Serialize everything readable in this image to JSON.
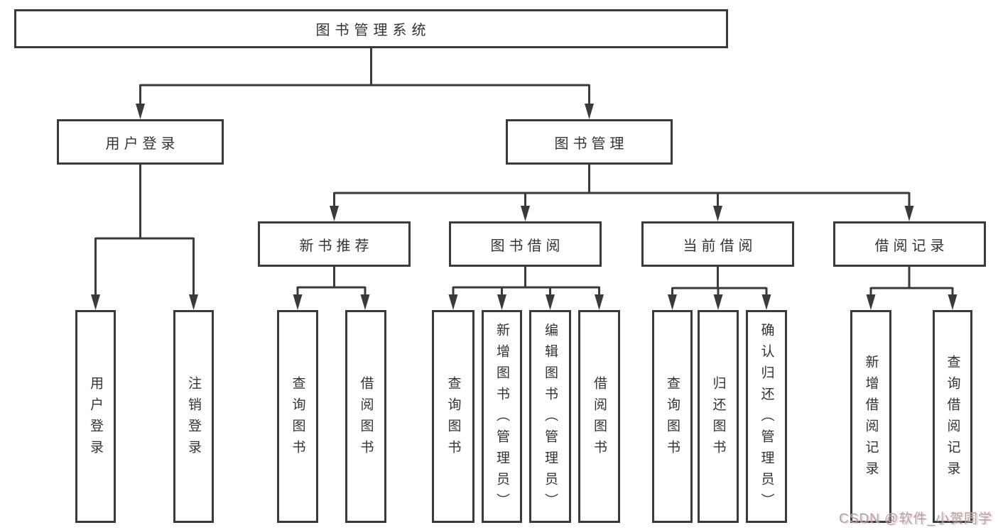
{
  "diagram": {
    "root": "图书管理系统",
    "level2": [
      "用户登录",
      "图书管理"
    ],
    "level3": [
      "新书推荐",
      "图书借阅",
      "当前借阅",
      "借阅记录"
    ],
    "leaves": [
      "用户登录",
      "注销登录",
      "查询图书",
      "借阅图书",
      "查询图书",
      "新增图书（管理员）",
      "编辑图书（管理员）",
      "借阅图书",
      "查询图书",
      "归还图书",
      "确认归还（管理员）",
      "新增借阅记录",
      "查询借阅记录"
    ]
  },
  "watermark": "CSDN @软件_小贺同学",
  "colors": {
    "line": "#3a3a3a",
    "text": "#333333",
    "background": "#ffffff"
  }
}
